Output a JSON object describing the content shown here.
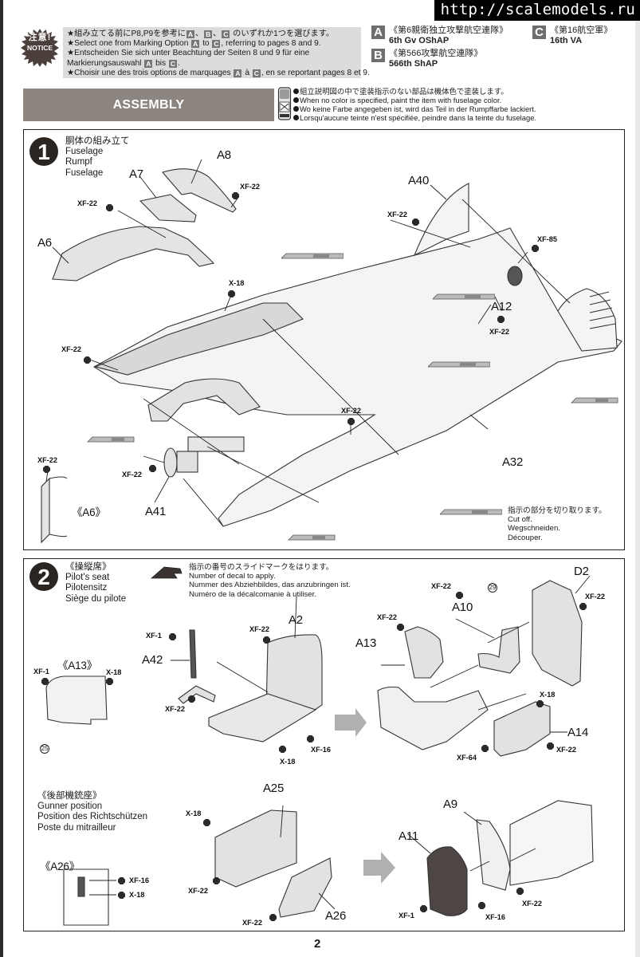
{
  "watermark": "http://scalemodels.ru",
  "notice": {
    "badge_jp": "注意!",
    "badge_en": "NOTICE",
    "lines": {
      "jp_a": "★組み立てる前にP8,P9を参考に",
      "jp_b": "、",
      "jp_c": "、",
      "jp_d": "のいずれか1つを選びます。",
      "en_a": "★Select one from Marking Option",
      "en_b": "to",
      "en_c": ", referring to pages 8 and 9.",
      "de_a": "★Entscheiden Sie sich unter Beachtung der Seiten 8 und 9 für eine Markierungsauswahl",
      "de_b": "bis",
      "de_c": ".",
      "fr_a": "★Choisir une des trois options de marquages",
      "fr_b": "à",
      "fr_c": ", en se reportant pages 8 et 9."
    },
    "option_letters": [
      "A",
      "B",
      "C"
    ]
  },
  "markings": [
    {
      "letter": "A",
      "jp": "《第6親衛独立攻撃航空連隊》",
      "en": "6th Gv OShAP"
    },
    {
      "letter": "B",
      "jp": "《第566攻撃航空連隊》",
      "en": "566th ShAP"
    },
    {
      "letter": "C",
      "jp": "《第16航空軍》",
      "en": "16th VA"
    }
  ],
  "assembly": {
    "title": "ASSEMBLY",
    "paint_note": [
      "組立説明図の中で塗装指示のない部品は機体色で塗装します。",
      "When no color is specified, paint the item with fuselage color.",
      "Wo keine Farbe angegeben ist, wird das Teil in der Rumpffarbe lackiert.",
      "Lorsqu'aucune teinte n'est spécifiée, peindre dans la teinte du fuselage."
    ]
  },
  "step1": {
    "number": "1",
    "title": [
      "胴体の組み立て",
      "Fuselage",
      "Rumpf",
      "Fuselage"
    ],
    "parts": {
      "a6": "A6",
      "a7": "A7",
      "a8": "A8",
      "a40": "A40",
      "a12": "A12",
      "a32": "A32",
      "a41": "A41",
      "a6_detail": "《A6》"
    },
    "paints": {
      "xf22_a7": "XF-22",
      "xf22_a8": "XF-22",
      "x18": "X-18",
      "xf22_tail": "XF-22",
      "xf85": "XF-85",
      "xf22_a12": "XF-22",
      "xf22_left": "XF-22",
      "xf22_mid": "XF-22",
      "xf22_a41": "XF-22",
      "xf22_a6": "XF-22"
    },
    "cut_note": [
      "指示の部分を切り取ります。",
      "Cut off.",
      "Wegschneiden.",
      "Découper."
    ]
  },
  "step2": {
    "number": "2",
    "title": [
      "《操縦席》",
      "Pilot's seat",
      "Pilotensitz",
      "Siège du pilote"
    ],
    "decal_note": [
      "指示の番号のスライドマークをはります。",
      "Number of decal to apply.",
      "Nummer des Abziehbildes, das anzubringen ist.",
      "Numéro de la décalcomanie à utiliser."
    ],
    "parts": {
      "a13_detail": "《A13》",
      "a42": "A42",
      "a2": "A2",
      "a13": "A13",
      "a10": "A10",
      "d2": "D2",
      "a14": "A14",
      "a25": "A25",
      "a26": "A26",
      "a26_detail": "《A26》",
      "a9": "A9",
      "a11": "A11"
    },
    "decals": {
      "d25": "25",
      "d29": "29"
    },
    "paints": {
      "xf1_panel": "XF-1",
      "x18_panel": "X-18",
      "xf1_stick": "XF-1",
      "xf22_stick": "XF-22",
      "xf22_a2": "XF-22",
      "xf16_a2": "XF-16",
      "x18_a2": "X-18",
      "xf22_a13": "XF-22",
      "xf22_a10": "XF-22",
      "xf22_d2": "XF-22",
      "x18_a14": "X-18",
      "xf64": "XF-64",
      "xf22_a14": "XF-22",
      "x18_a25": "X-18",
      "xf22_a25": "XF-22",
      "xf22_a26": "XF-22",
      "xf16_detail": "XF-16",
      "x18_detail": "X-18",
      "xf1_a11": "XF-1",
      "xf16_a11": "XF-16",
      "xf22_a9": "XF-22"
    },
    "gunner": {
      "title": [
        "《後部機銃座》",
        "Gunner position",
        "Position des Richtschützen",
        "Poste du mitrailleur"
      ]
    }
  },
  "page_number": "2"
}
